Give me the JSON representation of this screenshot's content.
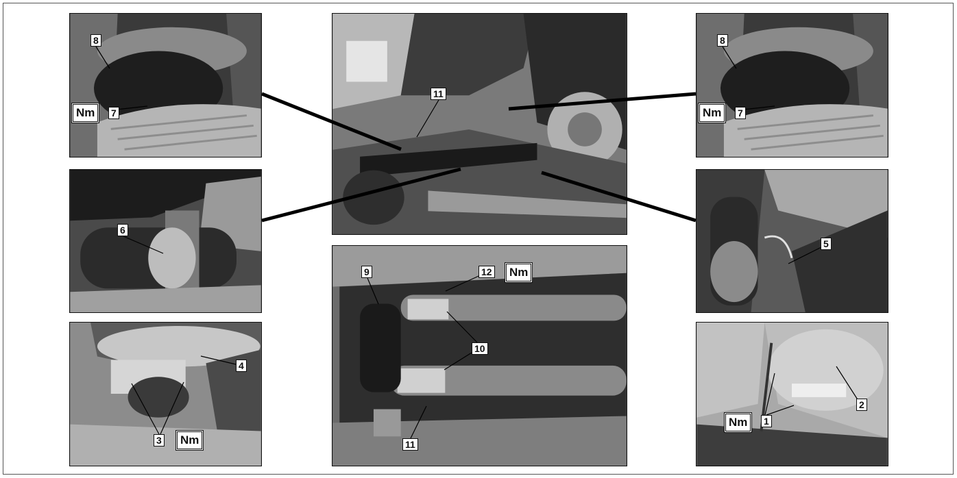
{
  "callouts": {
    "tl_8": "8",
    "tl_7": "7",
    "tl_nm": "Nm",
    "ml_6": "6",
    "bl_4": "4",
    "bl_3": "3",
    "bl_nm": "Nm",
    "c_11": "11",
    "b_9": "9",
    "b_12": "12",
    "b_nm": "Nm",
    "b_10": "10",
    "b_11": "11",
    "tr_8": "8",
    "tr_7": "7",
    "tr_nm": "Nm",
    "mr_5": "5",
    "br_2": "2",
    "br_1": "1",
    "br_nm": "Nm"
  }
}
